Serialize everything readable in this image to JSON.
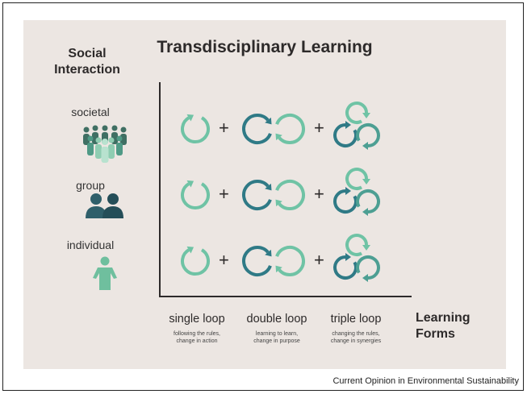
{
  "title": "Transdisciplinary Learning",
  "y_axis": {
    "title_line1": "Social",
    "title_line2": "Interaction"
  },
  "x_axis": {
    "title_line1": "Learning",
    "title_line2": "Forms"
  },
  "levels": [
    {
      "label": "societal",
      "icon": "crowd-icon"
    },
    {
      "label": "group",
      "icon": "group-icon"
    },
    {
      "label": "individual",
      "icon": "person-icon"
    }
  ],
  "learning_forms": [
    {
      "name": "single loop",
      "sub1": "following the rules,",
      "sub2": "change in action"
    },
    {
      "name": "double loop",
      "sub1": "learning to learn,",
      "sub2": "change in purpose"
    },
    {
      "name": "triple loop",
      "sub1": "changing the rules,",
      "sub2": "change in synergies"
    }
  ],
  "plus_sign": "+",
  "caption": "Current Opinion in Environmental Sustainability",
  "colors": {
    "light": "#6fc3a5",
    "dark": "#2f7a86",
    "mid": "#4d9f93",
    "text": "#2d2a2a",
    "background": "#ece6e2"
  }
}
